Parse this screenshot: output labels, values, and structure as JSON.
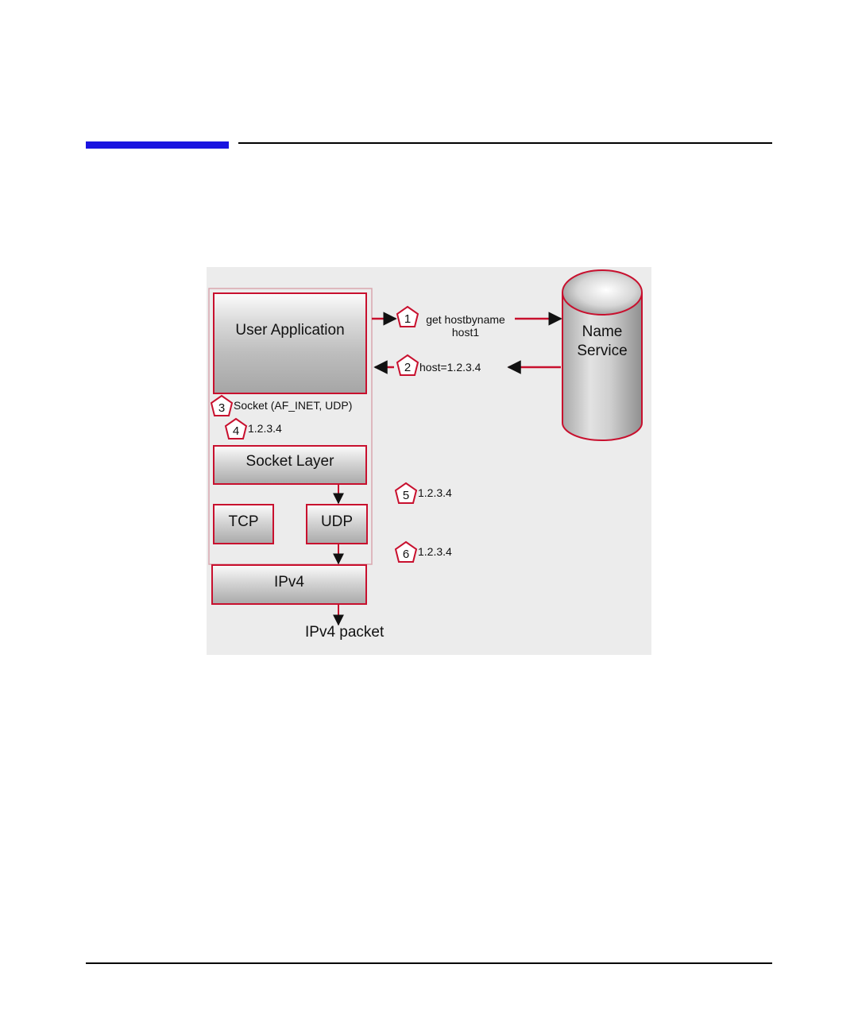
{
  "diagram": {
    "boxes": {
      "user_application": "User Application",
      "socket_layer": "Socket Layer",
      "tcp": "TCP",
      "udp": "UDP",
      "ipv4": "IPv4"
    },
    "name_service": "Name\nService",
    "steps": [
      {
        "num": "1",
        "text": "get hostbyname\nhost1"
      },
      {
        "num": "2",
        "text": "host=1.2.3.4"
      },
      {
        "num": "3",
        "text": "Socket (AF_INET, UDP)"
      },
      {
        "num": "4",
        "text": "1.2.3.4"
      },
      {
        "num": "5",
        "text": "1.2.3.4"
      },
      {
        "num": "6",
        "text": "1.2.3.4"
      }
    ],
    "output_label": "IPv4 packet",
    "colors": {
      "accent_blue": "#1a14e0",
      "border_red": "#c8102e"
    }
  }
}
